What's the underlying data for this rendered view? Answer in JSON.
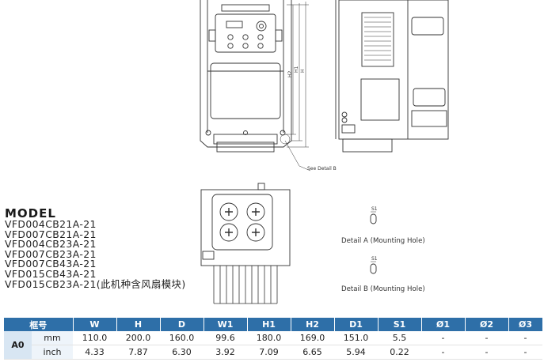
{
  "model": {
    "title": "MODEL",
    "lines": [
      "VFD004CB21A-21",
      "VFD007CB21A-21",
      "VFD004CB23A-21",
      "VFD007CB23A-21",
      "VFD007CB43A-21",
      "VFD015CB43A-21",
      "VFD015CB23A-21(此机种含风扇模块)"
    ]
  },
  "drawing": {
    "dim_h2": "H2",
    "dim_h1": "H1",
    "dim_h": "H",
    "see_detail": "See Detail B",
    "s1_a": "S1",
    "s1_b": "S1",
    "detail_a": "Detail A (Mounting Hole)",
    "detail_b": "Detail B (Mounting Hole)"
  },
  "table": {
    "headers": [
      "框号",
      "W",
      "H",
      "D",
      "W1",
      "H1",
      "H2",
      "D1",
      "S1",
      "Ø1",
      "Ø2",
      "Ø3"
    ],
    "frame": "A0",
    "rows": [
      {
        "unit": "mm",
        "values": [
          "110.0",
          "200.0",
          "160.0",
          "99.6",
          "180.0",
          "169.0",
          "151.0",
          "5.5",
          "-",
          "-",
          "-"
        ]
      },
      {
        "unit": "inch",
        "values": [
          "4.33",
          "7.87",
          "6.30",
          "3.92",
          "7.09",
          "6.65",
          "5.94",
          "0.22",
          "-",
          "-",
          "-"
        ]
      }
    ]
  }
}
